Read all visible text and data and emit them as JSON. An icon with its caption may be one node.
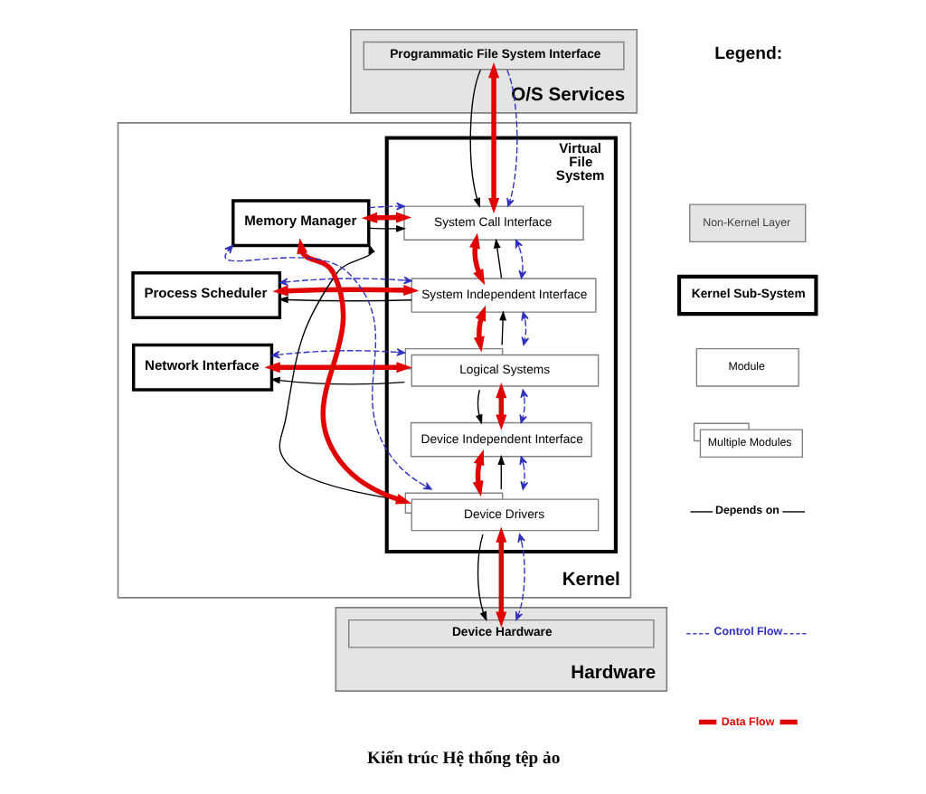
{
  "diagram": {
    "caption": "Kiến trúc Hệ thống tệp ảo",
    "nodes": [
      {
        "text": [
          "O/S Services"
        ]
      },
      {
        "text": [
          "Programmatic File System Interface"
        ],
        "in": 0
      },
      {
        "text": [
          "Kernel"
        ]
      },
      {
        "text": [
          "Memory Manager"
        ],
        "in": 2
      },
      {
        "text": [
          "Virtual File System"
        ],
        "in": 2
      },
      {
        "text": [
          "System Call Interface"
        ],
        "in": 4
      },
      {
        "text": [
          "System Independent Interface"
        ],
        "in": 4
      },
      {
        "text": [
          "Process Scheduler"
        ],
        "in": 2
      },
      {
        "text": [
          "Network Interface"
        ],
        "in": 2
      },
      {
        "text": [
          "Logical Systems"
        ],
        "in": 4
      },
      {
        "text": [
          "Device Independent Interface"
        ],
        "in": 4
      },
      {
        "text": [
          "Device Drivers"
        ],
        "in": 4
      },
      {
        "text": [
          "Hardware"
        ]
      },
      {
        "text": [
          "Device Hardware"
        ],
        "in": 12
      }
    ],
    "edges": [
      {
        "from": 1,
        "to": 5,
        "arrow": "to",
        "color": "#000000"
      },
      {
        "from": 1,
        "to": 5,
        "arrow": "both",
        "style": "thick",
        "color": "#e00000"
      },
      {
        "from": 1,
        "to": 5,
        "arrow": "to",
        "style": "dashed",
        "color": "#3030c0"
      },
      {
        "from": 3,
        "to": 5,
        "arrow": "to",
        "color": "#000000"
      },
      {
        "from": 3,
        "to": 5,
        "arrow": "both",
        "style": "thick",
        "color": "#e00000"
      },
      {
        "from": 3,
        "to": 5,
        "arrow": "to",
        "style": "dashed",
        "color": "#3030c0"
      },
      {
        "from": 6,
        "to": 5,
        "arrow": "to",
        "color": "#000000"
      },
      {
        "from": 5,
        "to": 6,
        "arrow": "both",
        "style": "thick",
        "color": "#e00000"
      },
      {
        "from": 5,
        "to": 6,
        "arrow": "both",
        "style": "dashed",
        "color": "#3030c0"
      },
      {
        "from": 6,
        "to": 7,
        "arrow": "to",
        "color": "#000000"
      },
      {
        "from": 6,
        "to": 7,
        "arrow": "both",
        "style": "thick",
        "color": "#e00000"
      },
      {
        "from": 6,
        "to": 7,
        "arrow": "both",
        "style": "dashed",
        "color": "#3030c0"
      },
      {
        "from": 9,
        "to": 6,
        "arrow": "to",
        "color": "#000000"
      },
      {
        "from": 6,
        "to": 9,
        "arrow": "both",
        "style": "thick",
        "color": "#e00000"
      },
      {
        "from": 6,
        "to": 9,
        "arrow": "both",
        "style": "dashed",
        "color": "#3030c0"
      },
      {
        "from": 9,
        "to": 8,
        "arrow": "to",
        "color": "#000000"
      },
      {
        "from": 9,
        "to": 8,
        "arrow": "both",
        "style": "thick",
        "color": "#e00000"
      },
      {
        "from": 9,
        "to": 8,
        "arrow": "both",
        "style": "dashed",
        "color": "#3030c0"
      },
      {
        "from": 9,
        "to": 10,
        "arrow": "to",
        "color": "#000000"
      },
      {
        "from": 9,
        "to": 10,
        "arrow": "both",
        "style": "thick",
        "color": "#e00000"
      },
      {
        "from": 9,
        "to": 10,
        "arrow": "both",
        "style": "dashed",
        "color": "#3030c0"
      },
      {
        "from": 11,
        "to": 10,
        "arrow": "to",
        "color": "#000000"
      },
      {
        "from": 10,
        "to": 11,
        "arrow": "both",
        "style": "thick",
        "color": "#e00000"
      },
      {
        "from": 10,
        "to": 11,
        "arrow": "both",
        "style": "dashed",
        "color": "#3030c0"
      },
      {
        "from": 11,
        "to": 3,
        "arrow": "to",
        "color": "#000000"
      },
      {
        "from": 11,
        "to": 3,
        "arrow": "both",
        "style": "thick",
        "color": "#e00000"
      },
      {
        "from": 11,
        "to": 3,
        "arrow": "both",
        "style": "dashed",
        "color": "#3030c0"
      },
      {
        "from": 11,
        "to": 13,
        "arrow": "to",
        "color": "#000000"
      },
      {
        "from": 11,
        "to": 13,
        "arrow": "both",
        "style": "thick",
        "color": "#e00000"
      },
      {
        "from": 11,
        "to": 13,
        "arrow": "both",
        "style": "dashed",
        "color": "#3030c0"
      }
    ],
    "labels": [
      "Legend:"
    ],
    "legend": [
      {
        "text": "Non-Kernel Layer"
      },
      {
        "text": "Kernel Sub-System"
      },
      {
        "text": "Module"
      },
      {
        "text": "Multiple Modules"
      },
      {
        "text": "Depends on"
      },
      {
        "text": "Control Flow"
      },
      {
        "text": "Data Flow"
      }
    ]
  }
}
